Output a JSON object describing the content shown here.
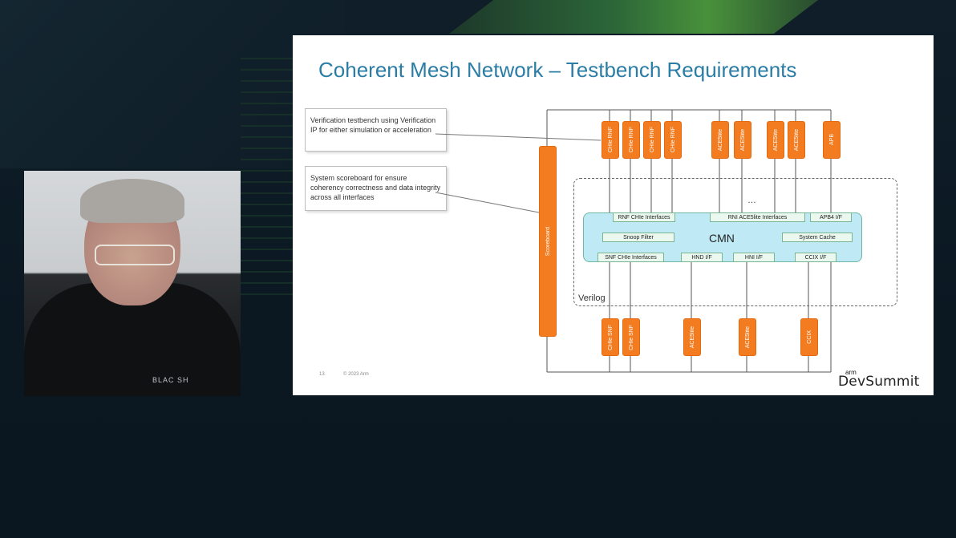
{
  "slide": {
    "title": "Coherent Mesh Network – Testbench Requirements",
    "notes": [
      "Verification testbench using Verification IP for either simulation or acceleration",
      "System scoreboard for ensure coherency correctness and data integrity across all interfaces"
    ],
    "scoreboard_label": "Scoreboard",
    "top_interfaces": [
      "CHIe RNF",
      "CHIe RNF",
      "CHIe RNF",
      "CHIe RNF",
      "ACE5lite",
      "ACE5lite",
      "ACE5lite",
      "ACE5lite",
      "APB"
    ],
    "bottom_interfaces": [
      "CHIe SNF",
      "CHIe SNF",
      "ACE5lite",
      "ACE5lite",
      "CCIX"
    ],
    "ellipsis": "…",
    "cmn": {
      "label": "CMN",
      "tags": {
        "rnf_chie": "RNF CHIe Interfaces",
        "rni_ace5lite": "RNI ACE5lite Interfaces",
        "apb4": "APB4 I/F",
        "snoop_filter": "Snoop Filter",
        "system_cache": "System Cache",
        "snf_chie": "SNF CHIe Interfaces",
        "hnd": "HND I/F",
        "hni": "HNI I/F",
        "ccix": "CCIX I/F"
      }
    },
    "verilog_label": "Verilog",
    "footer_page": "13",
    "footer_copyright": "© 2023 Arm",
    "brand_small": "arm",
    "brand_big": "DevSummit"
  },
  "speaker": {
    "shirt_logo_text": "BLAC  SH"
  }
}
